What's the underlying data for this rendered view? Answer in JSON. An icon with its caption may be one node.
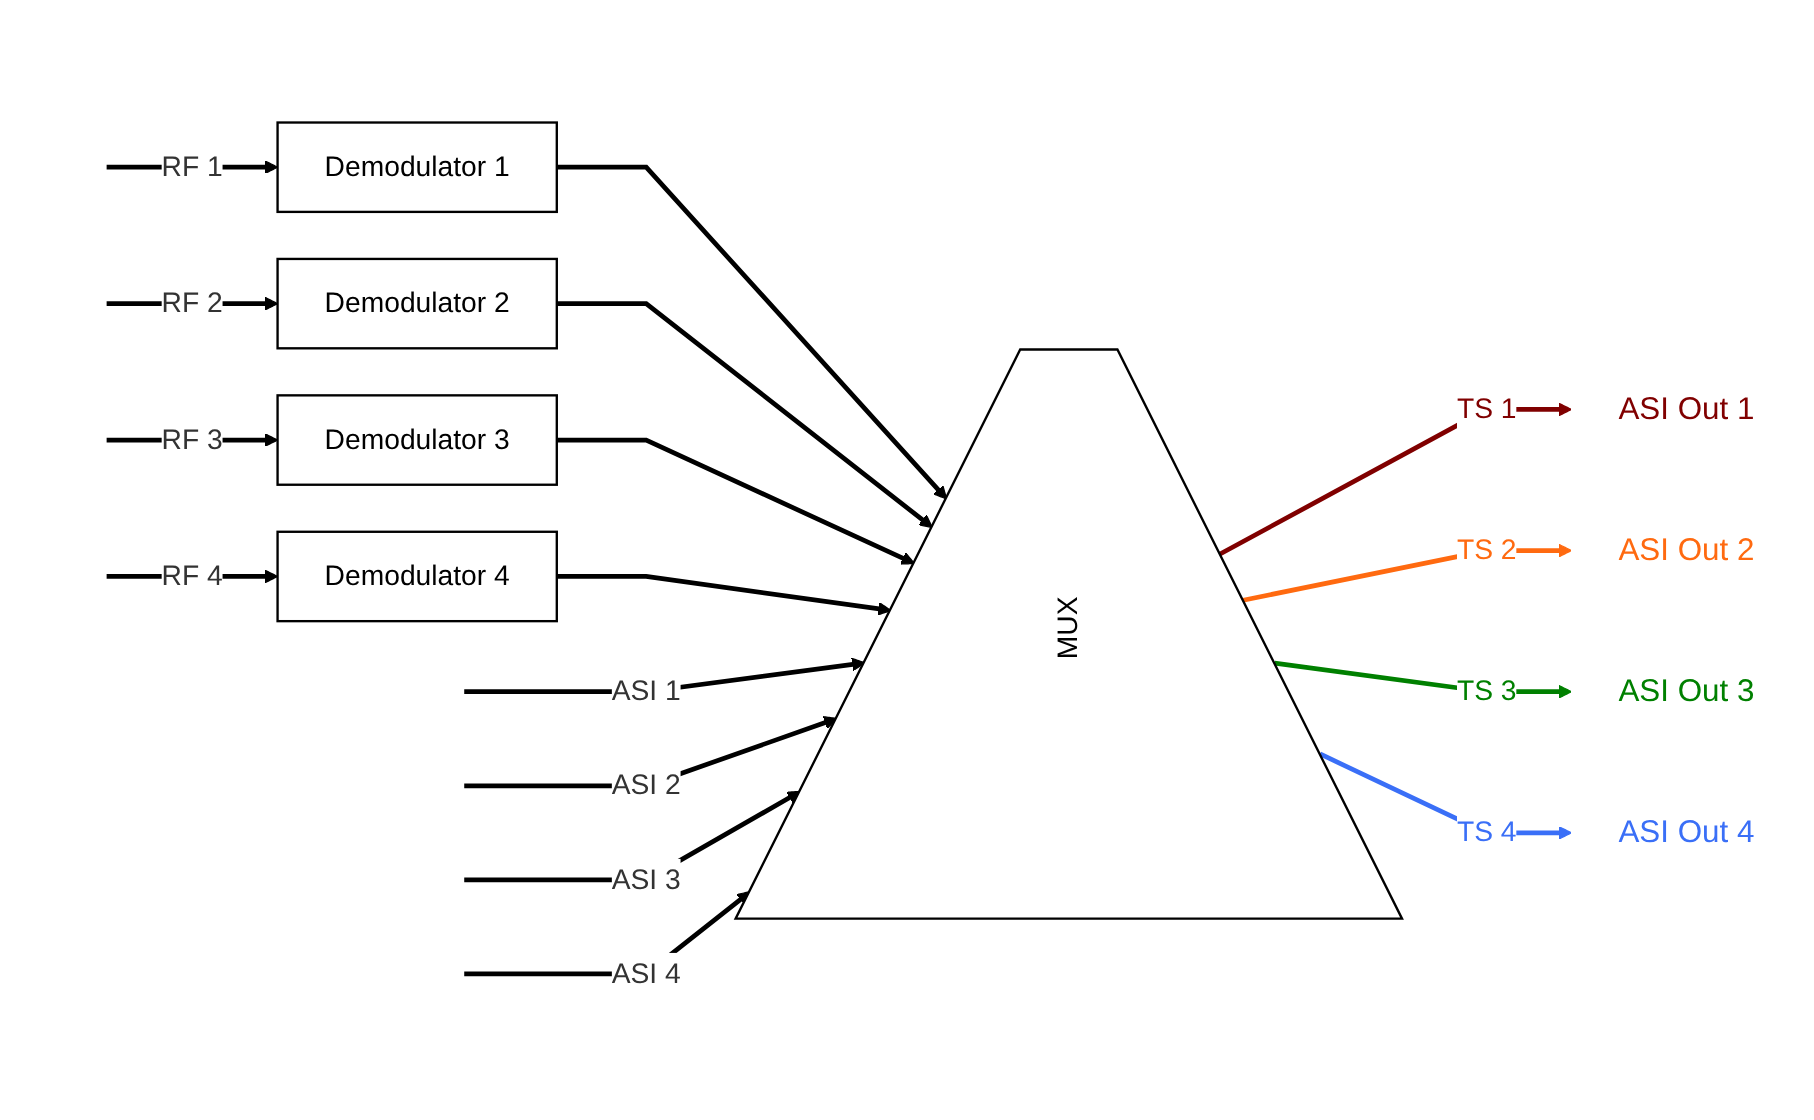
{
  "diagram": {
    "nodes": [
      {
        "text": [
          "Demodulator 1"
        ]
      },
      {
        "text": [
          "Demodulator 2"
        ]
      },
      {
        "text": [
          "Demodulator 3"
        ]
      },
      {
        "text": [
          "Demodulator 4"
        ]
      },
      {
        "text": [
          "MUX"
        ]
      },
      {
        "text": [
          "ASI Out 1"
        ]
      },
      {
        "text": [
          "ASI Out 2"
        ]
      },
      {
        "text": [
          "ASI Out 3"
        ]
      },
      {
        "text": [
          "ASI Out 4"
        ]
      }
    ],
    "edges": [
      {
        "from": null,
        "to": 0,
        "arrow": "to",
        "label": "RF 1"
      },
      {
        "from": null,
        "to": 1,
        "arrow": "to",
        "label": "RF 2"
      },
      {
        "from": null,
        "to": 2,
        "arrow": "to",
        "label": "RF 3"
      },
      {
        "from": null,
        "to": 3,
        "arrow": "to",
        "label": "RF 4"
      },
      {
        "from": 0,
        "to": 4,
        "arrow": "to"
      },
      {
        "from": 1,
        "to": 4,
        "arrow": "to"
      },
      {
        "from": 2,
        "to": 4,
        "arrow": "to"
      },
      {
        "from": 3,
        "to": 4,
        "arrow": "to"
      },
      {
        "from": null,
        "to": 4,
        "arrow": "to",
        "label": "ASI 1"
      },
      {
        "from": null,
        "to": 4,
        "arrow": "to",
        "label": "ASI 2"
      },
      {
        "from": null,
        "to": 4,
        "arrow": "to",
        "label": "ASI 3"
      },
      {
        "from": null,
        "to": 4,
        "arrow": "to",
        "label": "ASI 4"
      },
      {
        "from": 4,
        "to": 5,
        "arrow": "to",
        "label": "TS 1",
        "color": "#800000"
      },
      {
        "from": 4,
        "to": 6,
        "arrow": "to",
        "label": "TS 2",
        "color": "#ff6a10"
      },
      {
        "from": 4,
        "to": 7,
        "arrow": "to",
        "label": "TS 3",
        "color": "#008000"
      },
      {
        "from": 4,
        "to": 8,
        "arrow": "to",
        "label": "TS 4",
        "color": "#3a6ff7"
      }
    ]
  }
}
